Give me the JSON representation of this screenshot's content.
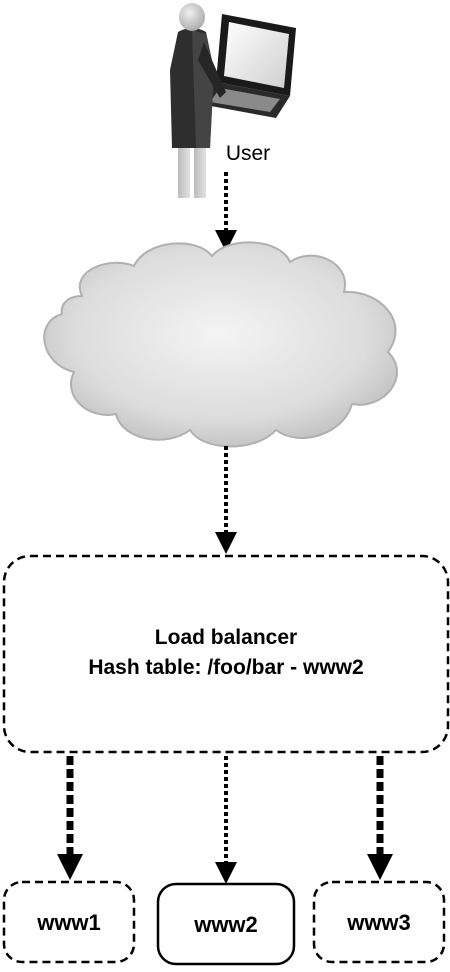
{
  "user": {
    "label": "User"
  },
  "load_balancer": {
    "title": "Load balancer",
    "hash_table": "Hash table: /foo/bar - www2"
  },
  "servers": [
    {
      "label": "www1",
      "selected": false
    },
    {
      "label": "www2",
      "selected": true
    },
    {
      "label": "www3",
      "selected": false
    }
  ],
  "colors": {
    "stroke": "#000000",
    "cloud_fill": "#d9d9d9",
    "person_body": "#333333",
    "person_legs": "#cccccc",
    "background": "#ffffff"
  }
}
